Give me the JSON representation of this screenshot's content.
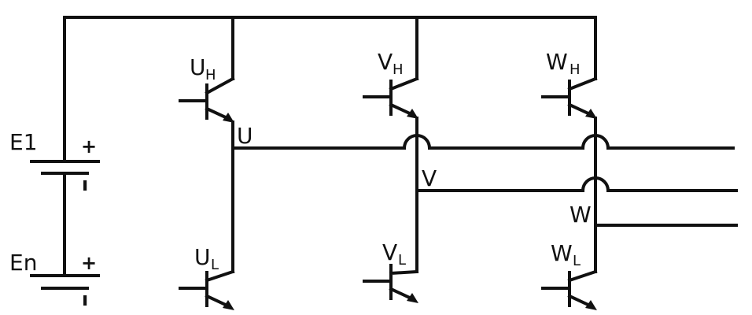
{
  "colors": {
    "line": "#111111",
    "background": "#ffffff"
  },
  "sources": [
    {
      "name": "E1",
      "plus": "+",
      "minus": "ı"
    },
    {
      "name": "En",
      "plus": "+",
      "minus": "ı"
    }
  ],
  "switches": {
    "uh": {
      "main": "U",
      "sub": "H"
    },
    "vh": {
      "main": "V",
      "sub": "H"
    },
    "wh": {
      "main": "W",
      "sub": "H"
    },
    "ul": {
      "main": "U",
      "sub": "L"
    },
    "vl": {
      "main": "V",
      "sub": "L"
    },
    "wl": {
      "main": "W",
      "sub": "L"
    }
  },
  "phases": {
    "u": "U",
    "v": "V",
    "w": "W"
  }
}
